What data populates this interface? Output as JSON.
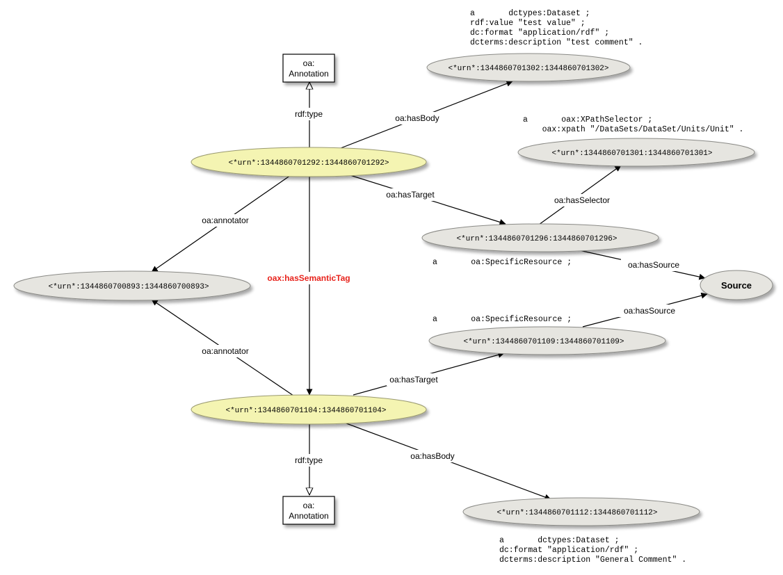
{
  "nodes": {
    "ann1292": "<*urn*:1344860701292:1344860701292>",
    "ann1104": "<*urn*:1344860701104:1344860701104>",
    "body1302": "<*urn*:1344860701302:1344860701302>",
    "sel1301": "<*urn*:1344860701301:1344860701301>",
    "target1296": "<*urn*:1344860701296:1344860701296>",
    "agent0893": "<*urn*:1344860700893:1344860700893>",
    "source": "Source",
    "target1109": "<*urn*:1344860701109:1344860701109>",
    "body1112": "<*urn*:1344860701112:1344860701112>",
    "type_top_line1": "oa:",
    "type_top_line2": "Annotation",
    "type_bottom_line1": "oa:",
    "type_bottom_line2": "Annotation"
  },
  "edges": {
    "rdf_type_top": "rdf:type",
    "has_body_top": "oa:hasBody",
    "has_target_top": "oa:hasTarget",
    "has_selector": "oa:hasSelector",
    "has_source_1": "oa:hasSource",
    "has_source_2": "oa:hasSource",
    "annotator_top": "oa:annotator",
    "annotator_bottom": "oa:annotator",
    "semantic_tag": "oax:hasSemanticTag",
    "has_target_bottom": "oa:hasTarget",
    "rdf_type_bottom": "rdf:type",
    "has_body_bottom": "oa:hasBody"
  },
  "annotations": {
    "body1302": [
      "a       dctypes:Dataset ;",
      "rdf:value \"test value\" ;",
      "dc:format \"application/rdf\" ;",
      "dcterms:description \"test comment\" ."
    ],
    "sel1301": [
      "a       oax:XPathSelector ;",
      "    oax:xpath \"/DataSets/DataSet/Units/Unit\" ."
    ],
    "target1296": [
      "a       oa:SpecificResource ;"
    ],
    "target1109": [
      "a       oa:SpecificResource ;"
    ],
    "body1112": [
      "a       dctypes:Dataset ;",
      "dc:format \"application/rdf\" ;",
      "dcterms:description \"General Comment\" ."
    ]
  },
  "colors": {
    "annotation_node_fill": "#f4f4b2",
    "resource_node_fill": "#e6e5e0",
    "semantic_tag_text": "#e8231c"
  }
}
